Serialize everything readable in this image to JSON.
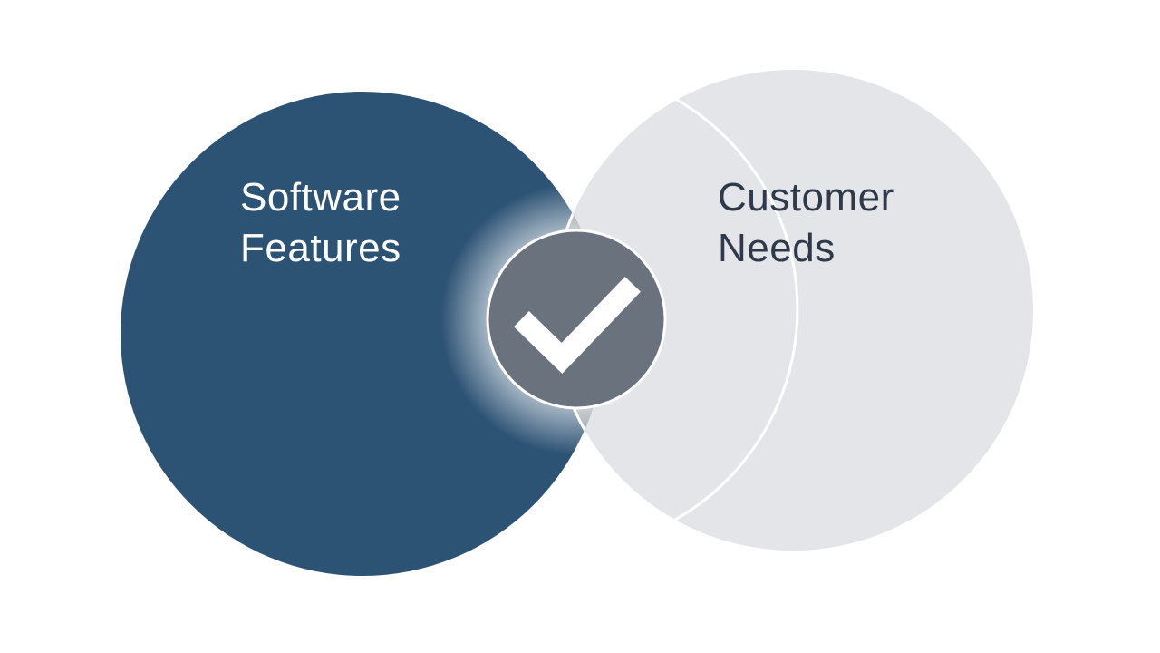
{
  "diagram": {
    "left_set": {
      "lines": [
        "Software",
        "Features"
      ],
      "color": "#2c5274"
    },
    "right_set": {
      "lines": [
        "Customer",
        "Needs"
      ],
      "color": "#e3e5e8"
    },
    "intersection": {
      "color": "#858e99",
      "badge_color": "#6a727d",
      "icon": "checkmark-icon"
    },
    "label_colors": {
      "left": "#ffffff",
      "right": "#2e3a4a"
    }
  }
}
